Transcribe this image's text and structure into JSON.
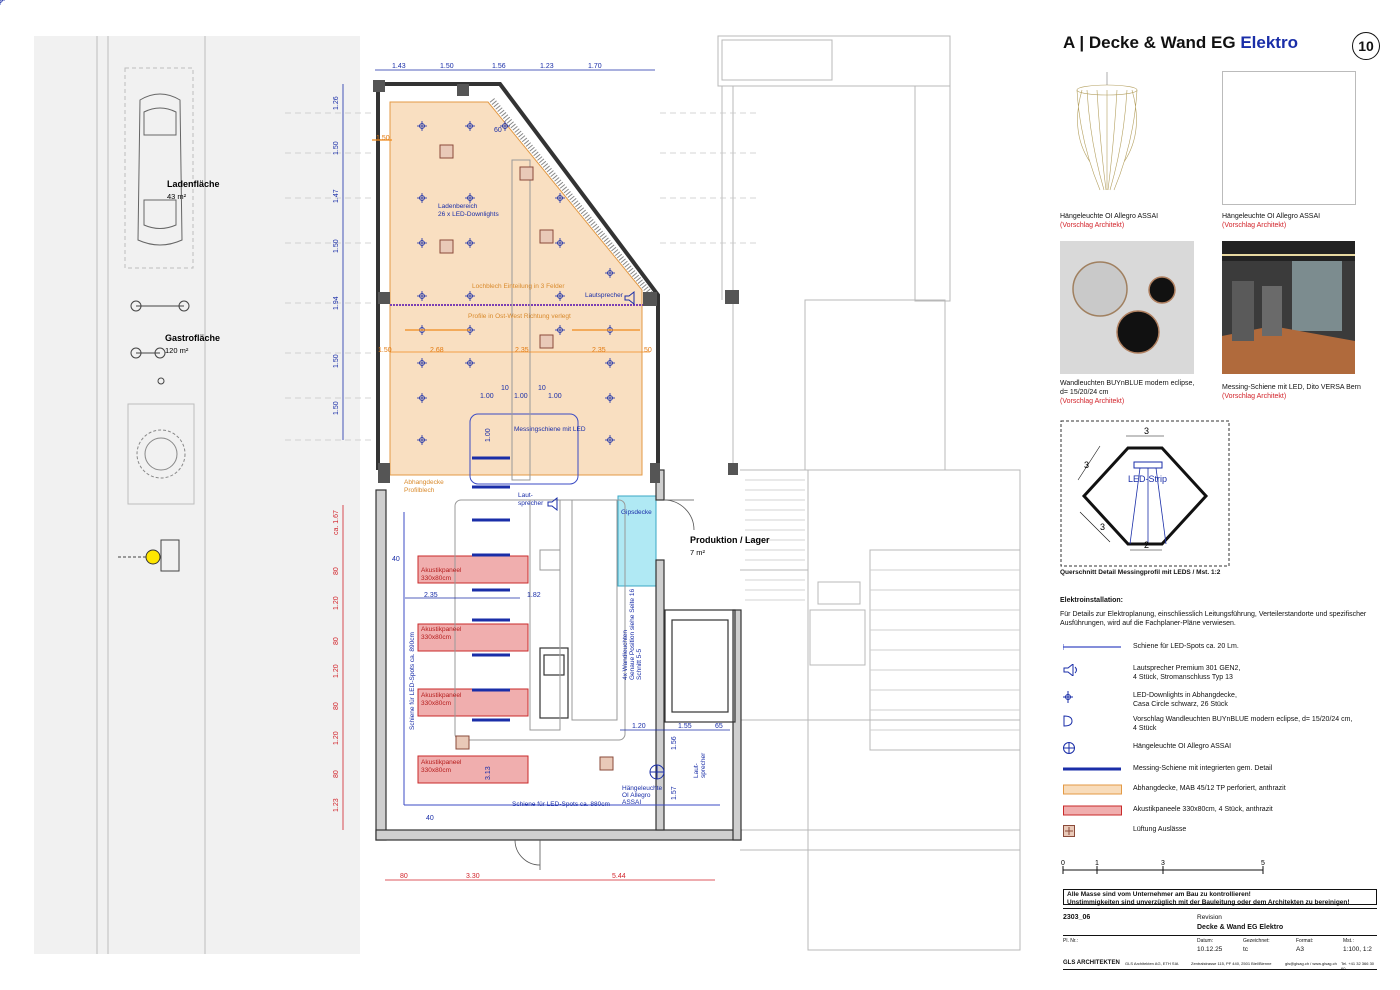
{
  "header": {
    "title_prefix": "A | Decke & Wand EG",
    "title_accent": "Elektro",
    "page_number": "10"
  },
  "colors": {
    "accent_blue": "#1a2ea8",
    "ceiling_orange": "#f4c48e",
    "acoustic_red": "#e36b6b",
    "gips_cyan": "#8ee0f0",
    "dim_red": "#d2232a"
  },
  "products": [
    {
      "name": "Hängeleuchte OI Allegro ASSAI",
      "note": "(Vorschlag Architekt)"
    },
    {
      "name": "Hängeleuchte OI Allegro ASSAI",
      "note": "(Vorschlag Architekt)"
    },
    {
      "name": "Wandleuchten BUYnBLUE modern eclipse,",
      "name2": "d= 15/20/24 cm",
      "note": "(Vorschlag Architekt)"
    },
    {
      "name": "Messing-Schiene mit LED, Dito VERSA Bern",
      "note": "(Vorschlag Architekt)"
    }
  ],
  "detail": {
    "caption": "Querschnitt Detail Messingprofil mit LEDS / Mst. 1:2",
    "dim_top": "3",
    "dim_left": "3",
    "dim_lower": "3",
    "dim_bottom": "2",
    "strip_label": "LED-Strip"
  },
  "electro": {
    "heading": "Elektroinstallation:",
    "text": "Für Details zur Elektroplanung, einschliesslich Leitungsführung, Verteilerstandorte und spezifischer Ausführungen, wird auf die Fachplaner-Pläne verwiesen."
  },
  "legend": [
    {
      "icon": "rail-thin",
      "text": "Schiene für LED-Spots ca. 20 Lm."
    },
    {
      "icon": "speaker-icon",
      "text": "Lautsprecher Premium 301 GEN2,",
      "text2": "4 Stück, Stromanschluss Typ 13"
    },
    {
      "icon": "downlight-icon",
      "text": "LED-Downlights in Abhangdecke,",
      "text2": "Casa Circle schwarz, 26 Stück"
    },
    {
      "icon": "wall-light-icon",
      "text": "Vorschlag Wandleuchten BUYnBLUE modern eclipse, d= 15/20/24 cm,",
      "text2": "4 Stück"
    },
    {
      "icon": "pendant-icon",
      "text": "Hängeleuchte OI Allegro ASSAI"
    },
    {
      "icon": "rail-thick",
      "text": "Messing-Schiene mit integrierten gem. Detail"
    },
    {
      "icon": "orange-box",
      "text": "Abhangdecke, MAB 45/12 TP perforiert, anthrazit"
    },
    {
      "icon": "red-box",
      "text": "Akustikpaneele 330x80cm, 4 Stück, anthrazit"
    },
    {
      "icon": "vent-icon",
      "text": "Lüftung Auslässe"
    }
  ],
  "scale": {
    "labels": [
      "0",
      "1",
      "3",
      "5"
    ]
  },
  "warning": {
    "line1": "Alle Masse sind vom Unternehmer am Bau zu kontrollieren!",
    "line2": "Unstimmigkeiten sind unverzüglich mit der Bauleitung oder dem Architekten zu bereinigen!"
  },
  "titleblock": {
    "project_no": "2303_06",
    "revision_label": "Revision",
    "plan_title": "Decke & Wand EG Elektro",
    "plno_label": "Pl. Nr.:",
    "date_label": "Datum:",
    "date": "10.12.25",
    "drawn_label": "Gezeichnet:",
    "drawn": "tc",
    "format_label": "Format:",
    "format": "A3",
    "scale_label": "Mst.:",
    "scale": "1:100, 1:2",
    "office": "GLS ARCHITEKTEN",
    "office_small": "GLS Architekten AG, ETH SIA",
    "address": "Zentralstrasse 115, PF 440, 2501 Biel/Bienne",
    "email": "gls@glsag.ch / www.glsag.ch",
    "tel": "Tel. +41 32 366 30 60"
  },
  "plan": {
    "rooms": {
      "laden": {
        "name": "Ladenfläche",
        "area": "43 m²"
      },
      "gastro": {
        "name": "Gastrofläche",
        "area": "120 m²"
      },
      "prod": {
        "name": "Produktion / Lager",
        "area": "7 m²"
      }
    },
    "labels": {
      "ladenbereich1": "Ladenbereich",
      "ladenbereich2": "26 x LED-Downlights",
      "lochblech": "Lochblech Einteilung in 3 Felder",
      "profile": "Profile in Ost-West Richtung verlegt",
      "lautsprecher": "Lautsprecher",
      "messing": "Messingschiene mit LED",
      "abhang1": "Abhangdecke",
      "abhang2": "Profilblech",
      "gips": "Gipsdecke",
      "laut2a": "Laut-",
      "laut2b": "sprecher",
      "akustik": "Akustikpaneel",
      "akustik_size": "330x80cm",
      "schiene_v": "Schiene für LED-Spots ca. 890cm",
      "schiene_h": "Schiene für LED-Spots ca. 880cm",
      "wandleuchten": "4x Wandleuchten",
      "wand2": "Genaue Position siehe Seite 16",
      "wand3": "Schnitt 5-5",
      "haenge1": "Hängeleuchte",
      "haenge2": "OI Allegro",
      "haenge3": "ASSAI",
      "laut3a": "Laut-",
      "laut3b": "sprecher"
    },
    "dims_top": [
      "1.43",
      "1.50",
      "1.56",
      "1.23",
      "1.70"
    ],
    "dims_left": [
      "1.26",
      "1.50",
      "1.47",
      "1.50",
      "1.94",
      "1.50",
      "1.50"
    ],
    "dims_left_red": [
      "ca. 1.67",
      "80",
      "1.20",
      "80",
      "1.20",
      "80",
      "1.20",
      "80",
      "1.23"
    ],
    "dims_bottom": [
      "80",
      "3.30",
      "5.44"
    ],
    "dims_misc": [
      "1.50",
      "60",
      "2.68",
      "2.35",
      "2.35",
      "50",
      "1.50",
      "1.00",
      "1.00",
      "10",
      "10",
      "1.00",
      "2.35",
      "1.82",
      "1.20",
      "1.55",
      "65",
      "1.56",
      "1.57",
      "40",
      "40",
      "3.13",
      "1.00"
    ]
  }
}
